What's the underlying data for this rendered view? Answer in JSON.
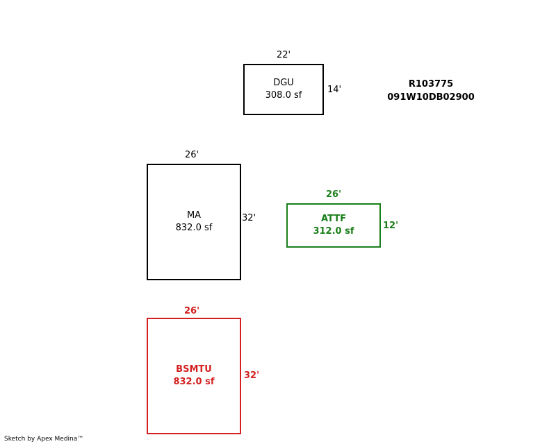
{
  "parcel": {
    "id": "R103775",
    "map_number": "091W10DB02900"
  },
  "areas": [
    {
      "code": "DGU",
      "area": "308.0 sf",
      "width_label": "22'",
      "depth_label": "14'",
      "color": "#000000",
      "bold": false
    },
    {
      "code": "MA",
      "area": "832.0 sf",
      "width_label": "26'",
      "depth_label": "32'",
      "color": "#000000",
      "bold": false
    },
    {
      "code": "ATTF",
      "area": "312.0 sf",
      "width_label": "26'",
      "depth_label": "12'",
      "color": "#1a7f1a",
      "bold": true
    },
    {
      "code": "BSMTU",
      "area": "832.0 sf",
      "width_label": "26'",
      "depth_label": "32'",
      "color": "#d42020",
      "bold": true
    }
  ],
  "footer": {
    "credit": "Sketch by Apex Medina™"
  }
}
